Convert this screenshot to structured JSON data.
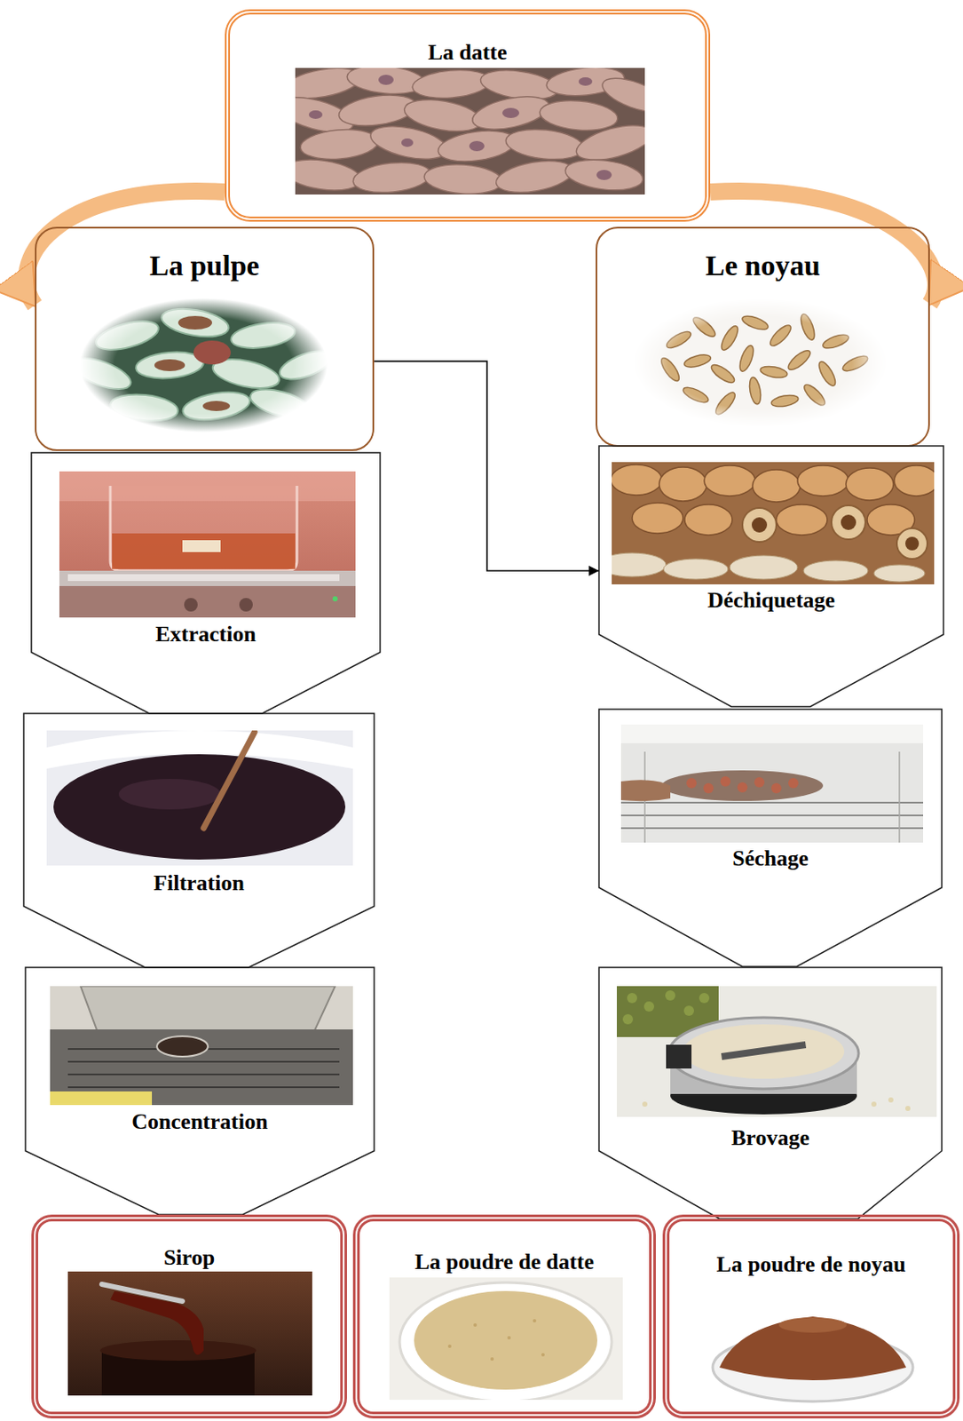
{
  "diagram": {
    "nodes": [
      {
        "text": [
          "La datte"
        ]
      },
      {
        "text": [
          "La pulpe"
        ]
      },
      {
        "text": [
          "Le noyau"
        ]
      },
      {
        "text": [
          "Extraction"
        ]
      },
      {
        "text": [
          "Déchiquetage"
        ]
      },
      {
        "text": [
          "Filtration"
        ]
      },
      {
        "text": [
          "Séchage"
        ]
      },
      {
        "text": [
          "Concentration"
        ]
      },
      {
        "text": [
          "Brovage"
        ]
      },
      {
        "text": [
          "Sirop"
        ]
      },
      {
        "text": [
          "La poudre de datte"
        ]
      },
      {
        "text": [
          "La poudre de noyau"
        ]
      }
    ],
    "edges": [
      {
        "from": 0,
        "to": 1,
        "arrow": "to"
      },
      {
        "from": 0,
        "to": 2,
        "arrow": "to"
      },
      {
        "from": 1,
        "to": 4,
        "arrow": "to"
      }
    ]
  }
}
